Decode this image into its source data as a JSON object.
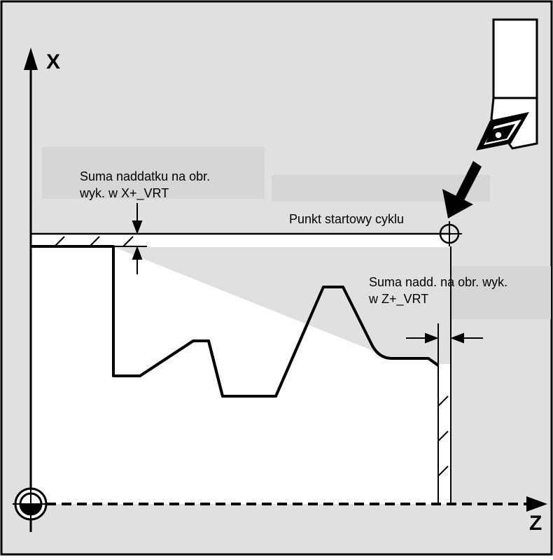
{
  "axes": {
    "x_label": "X",
    "z_label": "Z"
  },
  "labels": {
    "allowance_x_line1": "Suma naddatku na obr.",
    "allowance_x_line2": "wyk. w X+_VRT",
    "cycle_start": "Punkt startowy cyklu",
    "allowance_z_line1": "Suma nadd. na obr. wyk.",
    "allowance_z_line2": "w Z+_VRT"
  },
  "colors": {
    "background": "#e0e0e0",
    "label_box": "#d6d6d6",
    "workpiece": "#ffffff",
    "ink": "#000000"
  }
}
